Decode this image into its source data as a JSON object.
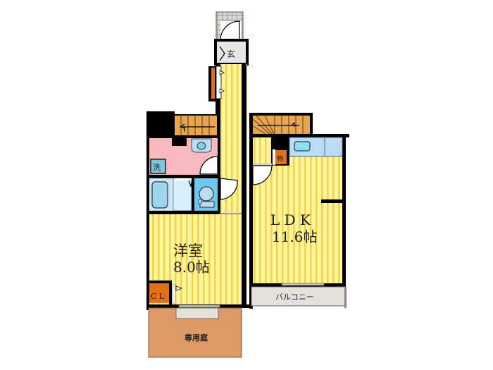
{
  "floorplan": {
    "title": "1LDK floor plan",
    "colors": {
      "wall": "#000000",
      "floor_yellow": "#fff59a",
      "floor_stripe": "#f1d24a",
      "stairs": "#e8a552",
      "washroom": "#f6b9bd",
      "bath": "#cfe6f7",
      "toilet": "#6fc8ef",
      "kitchen": "#bcdcf5",
      "garden": "#dd9a66",
      "balcony": "#e5e0da",
      "closet": "#e0711a",
      "entrance": "#e6e6e6",
      "tile": "#d9d4cd"
    },
    "rooms": {
      "western_room": {
        "name": "洋室",
        "size": "8.0帖"
      },
      "ldk": {
        "name": "L D K",
        "size": "11.6帖"
      }
    },
    "labels": {
      "entrance": "玄",
      "washing_machine": "洗",
      "closet": "C L",
      "storage": "物",
      "balcony": "バルコニー",
      "private_garden": "専用庭"
    }
  }
}
